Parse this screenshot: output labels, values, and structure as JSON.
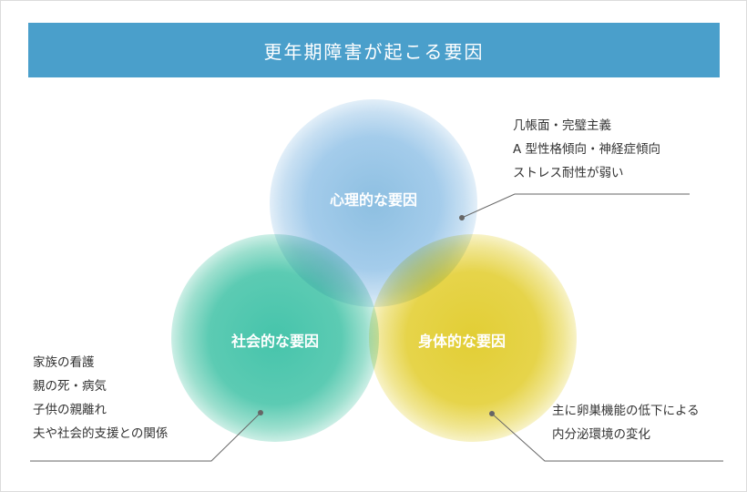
{
  "title": "更年期障害が起こる要因",
  "colors": {
    "title_bar": "#4a9fcb",
    "psychological": "#8dbfe1",
    "social": "#46c4ab",
    "physical": "#e2ce35",
    "leader_line": "#666666"
  },
  "circles": {
    "psychological": {
      "label": "心理的な要因",
      "items": [
        "几帳面・完璧主義",
        "A 型性格傾向・神経症傾向",
        "ストレス耐性が弱い"
      ]
    },
    "social": {
      "label": "社会的な要因",
      "items": [
        "家族の看護",
        "親の死・病気",
        "子供の親離れ",
        "夫や社会的支援との関係"
      ]
    },
    "physical": {
      "label": "身体的な要因",
      "items": [
        "主に卵巣機能の低下による",
        "内分泌環境の変化"
      ]
    }
  }
}
